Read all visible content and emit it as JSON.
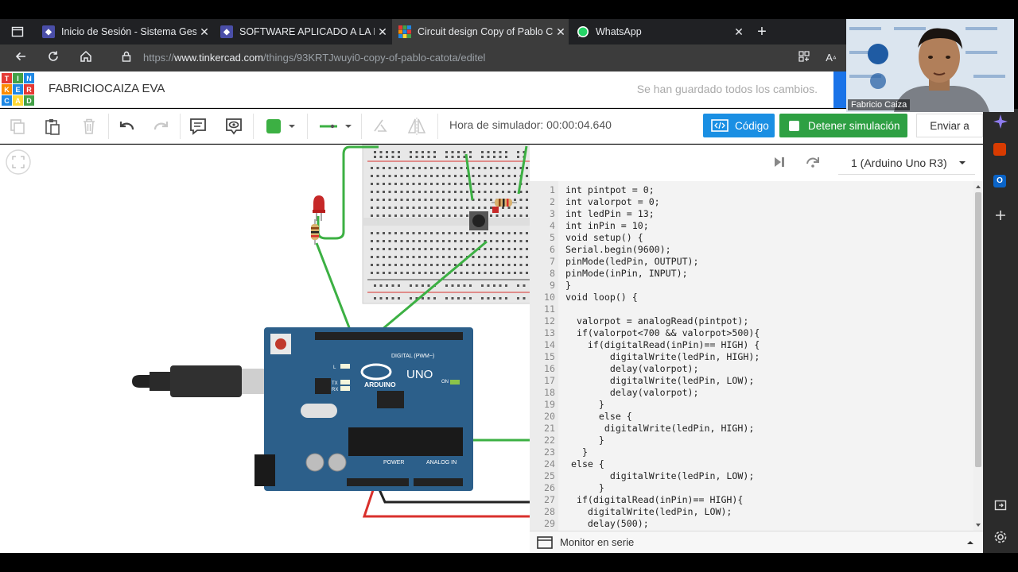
{
  "browser": {
    "tabs": [
      {
        "title": "Inicio de Sesión - Sistema Gestió",
        "icon": "sistema-favicon-icon",
        "active": false
      },
      {
        "title": "SOFTWARE APLICADO A LA ELE(",
        "icon": "sistema-favicon-icon",
        "active": false
      },
      {
        "title": "Circuit design Copy of Pablo Cat",
        "icon": "tinkercad-favicon-icon",
        "active": true
      },
      {
        "title": "WhatsApp",
        "icon": "whatsapp-icon",
        "active": false
      }
    ],
    "new_tab": "+",
    "url_prefix": "https://",
    "url_host": "www.tinkercad.com",
    "url_path": "/things/93KRTJwuyi0-copy-of-pablo-catota/editel"
  },
  "header": {
    "logo_letters": [
      "T",
      "I",
      "N",
      "K",
      "E",
      "R",
      "C",
      "A",
      "D"
    ],
    "project_name": "FABRICIOCAIZA EVA",
    "saved_status": "Se han guardado todos los cambios."
  },
  "toolbar": {
    "sim_time_label": "Hora de simulador: 00:00:04.640",
    "code_button": "Código",
    "stop_button": "Detener simulación",
    "send_button": "Enviar a",
    "component_color": "#3cb043",
    "wire_color": "#3cb043"
  },
  "code_panel": {
    "board_select": "1 (Arduino Uno R3)",
    "serial_monitor": "Monitor en serie",
    "lines": [
      "int pintpot = 0;",
      "int valorpot = 0;",
      "int ledPin = 13;",
      "int inPin = 10;",
      "void setup() {",
      "Serial.begin(9600);",
      "pinMode(ledPin, OUTPUT);",
      "pinMode(inPin, INPUT);",
      "}",
      "void loop() {",
      "",
      "  valorpot = analogRead(pintpot);",
      "  if(valorpot<700 && valorpot>500){",
      "    if(digitalRead(inPin)== HIGH) {",
      "        digitalWrite(ledPin, HIGH);",
      "        delay(valorpot);",
      "        digitalWrite(ledPin, LOW);",
      "        delay(valorpot);",
      "      }",
      "      else {",
      "       digitalWrite(ledPin, HIGH);",
      "      }",
      "   }",
      " else {",
      "        digitalWrite(ledPin, LOW);",
      "      }",
      "  if(digitalRead(inPin)== HIGH){",
      "    digitalWrite(ledPin, LOW);",
      "    delay(500);"
    ]
  },
  "arduino": {
    "brand": "ARDUINO",
    "model": "UNO",
    "digital_label": "DIGITAL (PWM~)",
    "power_label": "POWER",
    "analog_label": "ANALOG IN",
    "on_label": "ON",
    "l_label": "L",
    "tx_label": "TX",
    "rx_label": "RX"
  },
  "webcam": {
    "participant_name": "Fabricio Caiza"
  },
  "colors": {
    "accent_blue": "#1a8fe3",
    "stop_green": "#2ea043",
    "arduino_blue": "#2c5f8a",
    "wire_green": "#3cb043",
    "wire_red": "#d9302c"
  }
}
